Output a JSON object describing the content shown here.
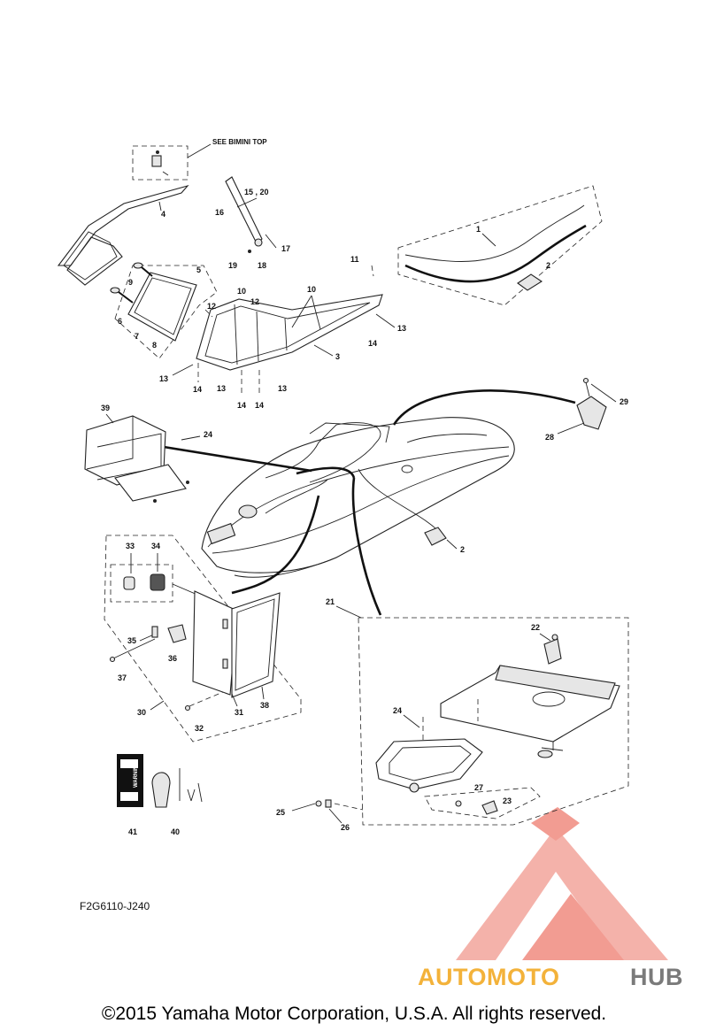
{
  "note": "SEE BIMINI TOP",
  "diagram_code": "F2G6110-J240",
  "copyright": "©2015 Yamaha Motor Corporation, U.S.A. All rights reserved.",
  "watermark": {
    "part1": "AUTOMOTO",
    "part2": "HUB",
    "color_light": "#f3b23a",
    "color_mid": "#f08b80",
    "color_dark": "#7a7a7a"
  },
  "callouts": {
    "c1": "1",
    "c2a": "2",
    "c2b": "2",
    "c3": "3",
    "c4": "4",
    "c5": "5",
    "c6": "6",
    "c7": "7",
    "c8": "8",
    "c9": "9",
    "c10a": "10",
    "c10b": "10",
    "c11": "11",
    "c12a": "12",
    "c12b": "12",
    "c13a": "13",
    "c13b": "13",
    "c13c": "13",
    "c13d": "13",
    "c14a": "14",
    "c14b": "14",
    "c14c": "14",
    "c14d": "14",
    "c1520": "15 , 20",
    "c16": "16",
    "c17": "17",
    "c18": "18",
    "c19": "19",
    "c21": "21",
    "c22": "22",
    "c23": "23",
    "c24a": "24",
    "c24b": "24",
    "c25": "25",
    "c26": "26",
    "c27": "27",
    "c28": "28",
    "c29": "29",
    "c30": "30",
    "c31": "31",
    "c32": "32",
    "c33": "33",
    "c34": "34",
    "c35": "35",
    "c36": "36",
    "c37": "37",
    "c38": "38",
    "c39": "39",
    "c40": "40",
    "c41": "41"
  },
  "card_text": {
    "warning": "WARNING"
  }
}
